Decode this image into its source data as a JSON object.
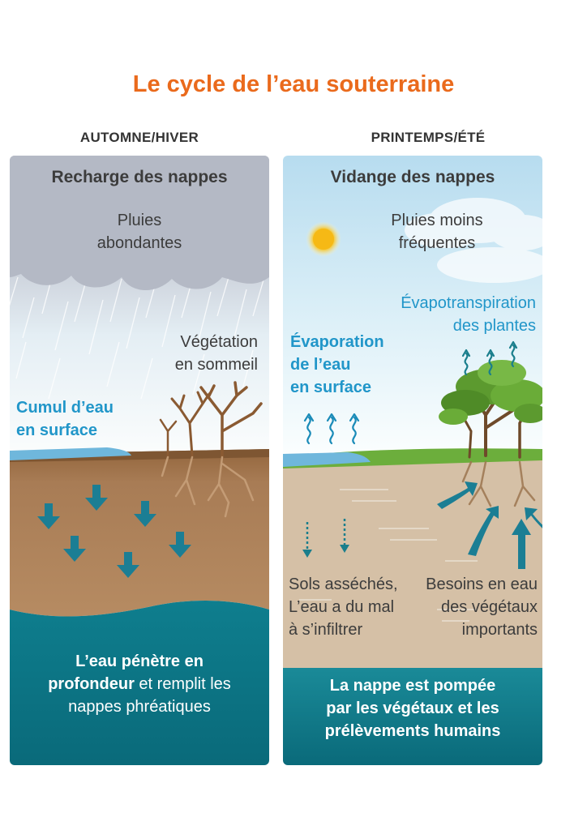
{
  "title": "Le cycle de l’eau souterraine",
  "left": {
    "season": "AUTOMNE/HIVER",
    "heading": "Recharge des nappes",
    "rain_1": "Pluies",
    "rain_2": "abondantes",
    "veg_1": "Végétation",
    "veg_2": "en sommeil",
    "surface_1": "Cumul d’eau",
    "surface_2": "en surface",
    "bottom_1_bold": "L’eau pénètre en",
    "bottom_2_bold": "profondeur",
    "bottom_2_rest": " et remplit les",
    "bottom_3": "nappes phréatiques"
  },
  "right": {
    "season": "PRINTEMPS/ÉTÉ",
    "heading": "Vidange des nappes",
    "rain_1": "Pluies moins",
    "rain_2": "fréquentes",
    "evapo_plants_1": "Évapotranspiration",
    "evapo_plants_2": "des plantes",
    "evap_1": "Évaporation",
    "evap_2": "de l’eau",
    "evap_3": "en surface",
    "soil_1": "Sols asséchés,",
    "soil_2": "L’eau a du mal",
    "soil_3": "à s’infiltrer",
    "needs_1": "Besoins en eau",
    "needs_2": "des végétaux",
    "needs_3": "importants",
    "bottom_1": "La nappe est pompée",
    "bottom_2": "par les végétaux et les",
    "bottom_3": "prélèvements humains"
  },
  "colors": {
    "title": "#ea6a1c",
    "accent_blue": "#2196c9",
    "groundwater": "#0e7e8e",
    "soil_wet": "#a87c55",
    "soil_dry": "#d5c0a6",
    "grass": "#6cae3c"
  }
}
